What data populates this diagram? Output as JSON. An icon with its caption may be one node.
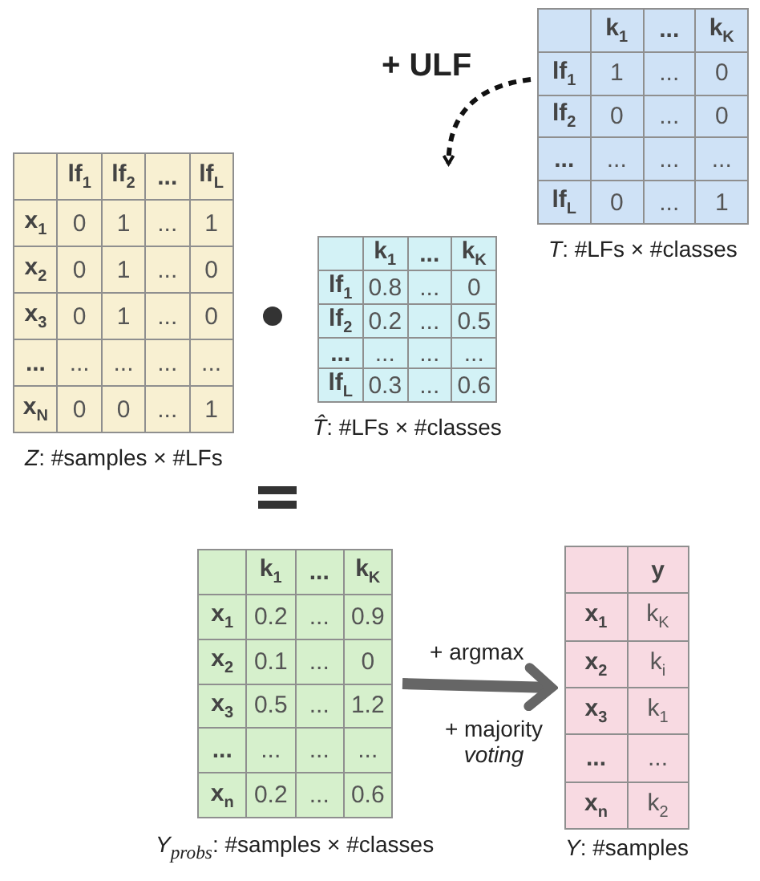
{
  "diagram": {
    "nodes": [
      {
        "text": [
          "k$_{1}$",
          "...",
          "k$_{K}$",
          "lf$_{1}$",
          "1",
          "...",
          "0",
          "lf$_{2}$",
          "0",
          "...",
          "0",
          "...",
          "...",
          "...",
          "...",
          "lf$_{L}$",
          "0",
          "...",
          "1"
        ],
        "beside": [
          "*T*: #LFs × #classes"
        ]
      },
      {
        "text": [
          "lf$_{1}$",
          "lf$_{2}$",
          "...",
          "lf$_{L}$",
          "x$_{1}$",
          "0",
          "1",
          "...",
          "1",
          "x$_{2}$",
          "0",
          "1",
          "...",
          "0",
          "x$_{3}$",
          "0",
          "1",
          "...",
          "0",
          "...",
          "...",
          "...",
          "...",
          "...",
          "x$_{N}$",
          "0",
          "0",
          "...",
          "1"
        ],
        "beside": [
          "*Z*: #samples × #LFs"
        ]
      },
      {
        "text": [
          "k$_{1}$",
          "...",
          "k$_{K}$",
          "lf$_{1}$",
          "0.8",
          "...",
          "0",
          "lf$_{2}$",
          "0.2",
          "...",
          "0.5",
          "...",
          "...",
          "...",
          "...",
          "lf$_{L}$",
          "0.3",
          "...",
          "0.6"
        ],
        "beside": [
          "*T̂*: #LFs × #classes"
        ]
      },
      {
        "text": [
          "k$_{1}$",
          "...",
          "k$_{K}$",
          "x$_{1}$",
          "0.2",
          "...",
          "0.9",
          "x$_{2}$",
          "0.1",
          "...",
          "0",
          "x$_{3}$",
          "0.5",
          "...",
          "1.2",
          "...",
          "...",
          "...",
          "...",
          "x$_{n}$",
          "0.2",
          "...",
          "0.6"
        ],
        "beside": [
          "*Y*$_{probs}$: #samples × #classes"
        ]
      },
      {
        "text": [
          "y",
          "x$_{1}$",
          "k$_{K}$",
          "x$_{2}$",
          "k$_{i}$",
          "x$_{3}$",
          "k$_{1}$",
          "...",
          "...",
          "x$_{n}$",
          "k$_{2}$"
        ],
        "beside": [
          "*Y*: #samples"
        ]
      }
    ],
    "edges": [
      {
        "from": 0,
        "to": 2,
        "arrow": "to",
        "style": "dashed",
        "label": "+ ULF"
      },
      {
        "from": 3,
        "to": 4,
        "arrow": "to",
        "style": "thick",
        "label": "+ argmax"
      }
    ],
    "labels": [
      "+ majority *voting*"
    ]
  }
}
